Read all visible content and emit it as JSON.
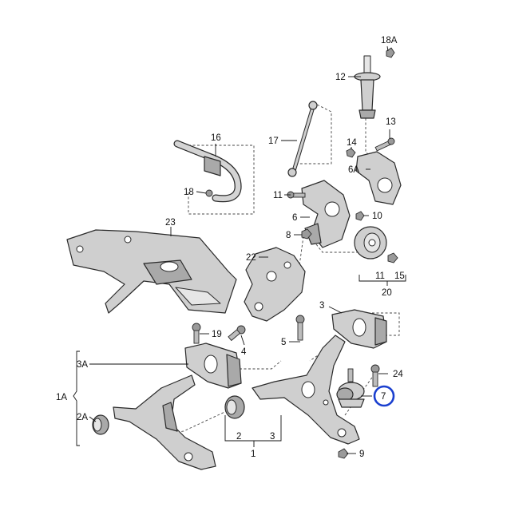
{
  "labels": {
    "l18A": "18A",
    "l12": "12",
    "l17": "17",
    "l13": "13",
    "l14": "14",
    "l16": "16",
    "l6A": "6A",
    "l18": "18",
    "l11a": "11",
    "l6": "6",
    "l10": "10",
    "l23": "23",
    "l8": "8",
    "l22": "22",
    "l11b": "11",
    "l15": "15",
    "l20": "20",
    "l3a": "3",
    "l19": "19",
    "l4": "4",
    "l5": "5",
    "l3A": "3A",
    "l24": "24",
    "l1A": "1A",
    "l7": "7",
    "l2A": "2A",
    "l2": "2",
    "l3b": "3",
    "l1": "1",
    "l9": "9"
  },
  "highlighted_part": "7",
  "colors": {
    "highlight": "#1a3fcf",
    "part": "#cfcfcf",
    "outline": "#2a2a2a"
  }
}
